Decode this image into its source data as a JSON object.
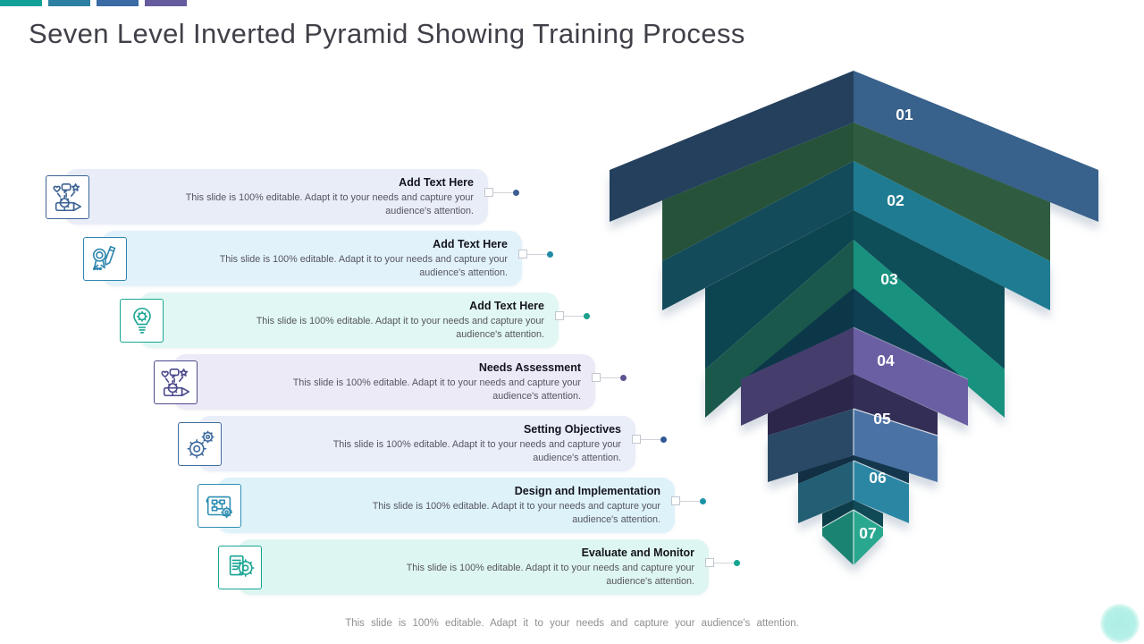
{
  "slide": {
    "title": "Seven Level Inverted Pyramid Showing Training Process",
    "footer": "This slide is 100% editable. Adapt it to your needs and capture your audience's attention.",
    "accent_bars": [
      "#13a098",
      "#2d80a2",
      "#3a6ba4",
      "#655b9f"
    ]
  },
  "rows": [
    {
      "title": "Add Text Here",
      "desc": "This slide is 100% editable. Adapt it to your needs and capture your audience's attention.",
      "fill": "#e9edf8",
      "accent": "#3c6395",
      "dot": "#3c5f91"
    },
    {
      "title": "Add Text Here",
      "desc": "This slide is 100% editable. Adapt it to your needs and capture your audience's attention.",
      "fill": "#e2f2fb",
      "accent": "#2e86ad",
      "dot": "#2089a6"
    },
    {
      "title": "Add Text Here",
      "desc": "This slide is 100% editable. Adapt it to your needs and capture your audience's attention.",
      "fill": "#e1f7f3",
      "accent": "#1aa693",
      "dot": "#1aa08d"
    },
    {
      "title": "Needs Assessment",
      "desc": "This slide is 100% editable. Adapt it to your needs and capture your audience's attention.",
      "fill": "#eceaf6",
      "accent": "#4b4a8c",
      "dot": "#5c5492"
    },
    {
      "title": "Setting Objectives",
      "desc": "This slide is 100% editable. Adapt it to your needs and capture your audience's attention.",
      "fill": "#e9eef9",
      "accent": "#3f6b9e",
      "dot": "#2f5a95"
    },
    {
      "title": "Design and Implementation",
      "desc": "This slide is 100% editable. Adapt it to your needs and capture your audience's attention.",
      "fill": "#def2fa",
      "accent": "#2e8fb2",
      "dot": "#1a93a8"
    },
    {
      "title": "Evaluate and Monitor",
      "desc": "This slide is 100% editable. Adapt it to your needs and capture your audience's attention.",
      "fill": "#def6f1",
      "accent": "#16a493",
      "dot": "#16a493"
    }
  ],
  "pyramid": {
    "levels": [
      {
        "num": "01",
        "left": "#25405d",
        "right": "#38618c"
      },
      {
        "num": "02",
        "left": "#134b5b",
        "right": "#1f7b92"
      },
      {
        "num": "03",
        "left": "#1b584c",
        "right": "#18917f"
      },
      {
        "num": "04",
        "left": "#453e6d",
        "right": "#6a5fa3"
      },
      {
        "num": "05",
        "left": "#2a4966",
        "right": "#4a72a5"
      },
      {
        "num": "06",
        "left": "#235f74",
        "right": "#2b86a4"
      },
      {
        "num": "07",
        "left": "#1b8372",
        "right": "#2aa78f"
      }
    ],
    "gaps": [
      {
        "left": "#26523a",
        "right": "#2f5c40"
      },
      {
        "left": "#0c4450",
        "right": "#0e4e58"
      },
      {
        "left": "#0c3749",
        "right": "#0e3f53"
      },
      {
        "left": "#2c274a",
        "right": "#332e56"
      },
      {
        "left": "#122f44",
        "right": "#15374e"
      },
      {
        "left": "#0d3d49",
        "right": "#104a56"
      }
    ]
  }
}
